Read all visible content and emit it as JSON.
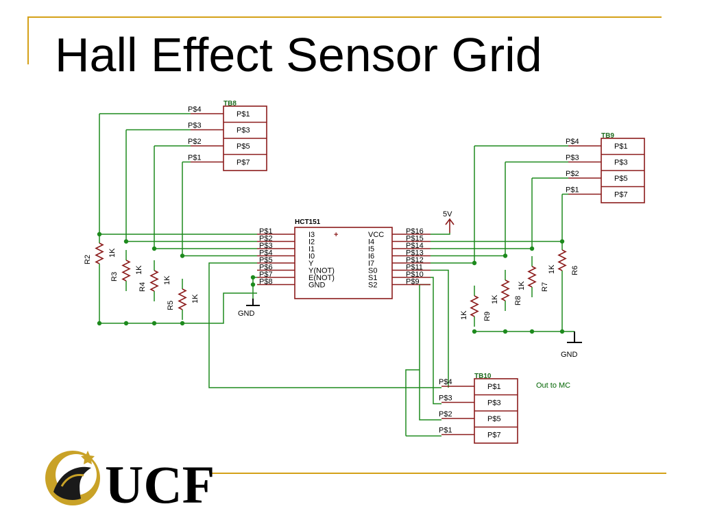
{
  "slide": {
    "title": "Hall Effect Sensor Grid",
    "logo_text": "UCF"
  },
  "colors": {
    "accent": "#d4a017",
    "wire": "#1d8a1d",
    "component": "#8b1a1a"
  },
  "schematic": {
    "chip": {
      "name": "HCT151",
      "left_pins": [
        "I3",
        "I2",
        "I1",
        "I0",
        "Y",
        "Y(NOT)",
        "E(NOT)",
        "GND"
      ],
      "right_pins": [
        "VCC",
        "I4",
        "I5",
        "I6",
        "I7",
        "S0",
        "S1",
        "S2"
      ],
      "left_nets": [
        "P$1",
        "P$2",
        "P$3",
        "P$4",
        "P$5",
        "P$6",
        "P$7",
        "P$8"
      ],
      "right_nets": [
        "P$16",
        "P$15",
        "P$14",
        "P$13",
        "P$12",
        "P$11",
        "P$10",
        "P$9"
      ]
    },
    "tb8": {
      "name": "TB8",
      "pins": [
        "P$1",
        "P$3",
        "P$5",
        "P$7"
      ],
      "nets": [
        "P$4",
        "P$3",
        "P$2",
        "P$1"
      ]
    },
    "tb9": {
      "name": "TB9",
      "pins": [
        "P$1",
        "P$3",
        "P$5",
        "P$7"
      ],
      "nets": [
        "P$4",
        "P$3",
        "P$2",
        "P$1"
      ]
    },
    "tb10": {
      "name": "TB10",
      "pins": [
        "P$1",
        "P$3",
        "P$5",
        "P$7"
      ],
      "nets": [
        "P$4",
        "P$3",
        "P$2",
        "P$1"
      ],
      "note": "Out to MC"
    },
    "left_resistors": [
      {
        "name": "R2",
        "value": "1K"
      },
      {
        "name": "R3",
        "value": "1K"
      },
      {
        "name": "R4",
        "value": "1K"
      },
      {
        "name": "R5",
        "value": "1K"
      }
    ],
    "right_resistors": [
      {
        "name": "R9",
        "value": "1K"
      },
      {
        "name": "R8",
        "value": "1K"
      },
      {
        "name": "R7",
        "value": "1K"
      },
      {
        "name": "R6",
        "value": "1K"
      }
    ],
    "power_label": "5V",
    "ground_label": "GND"
  }
}
